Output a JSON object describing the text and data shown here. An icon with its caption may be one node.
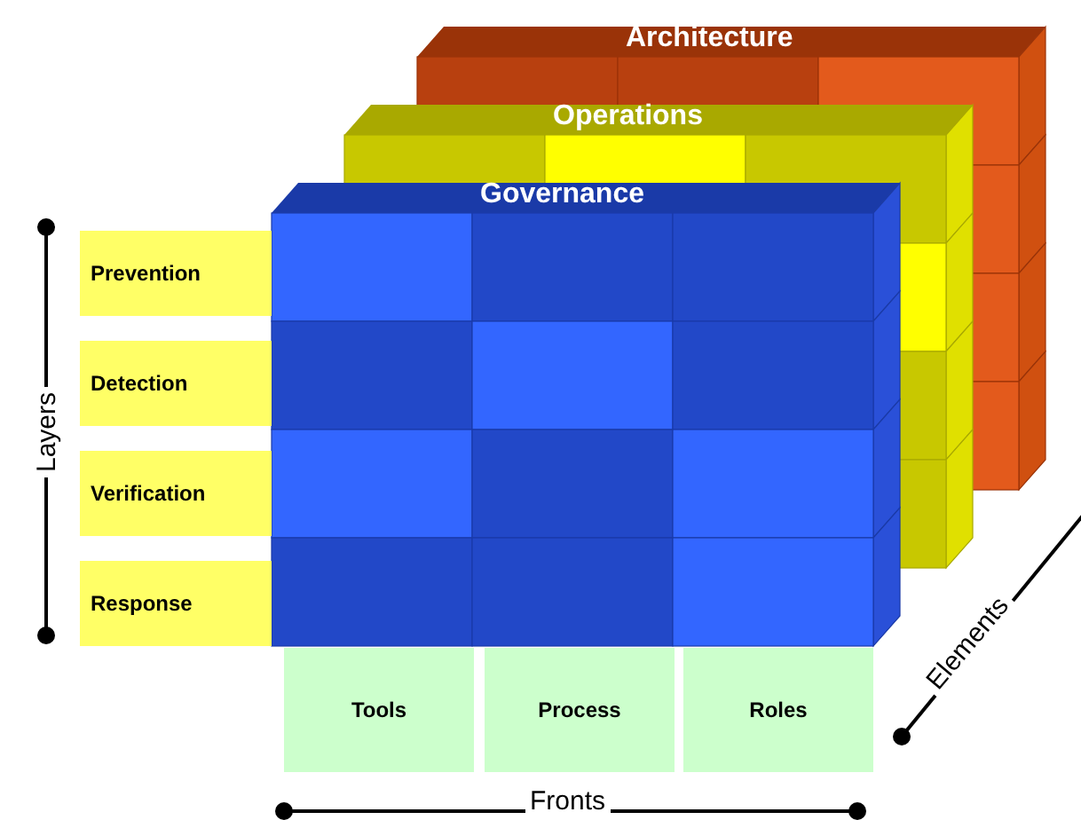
{
  "diagram": {
    "nodes": [
      {
        "text": [
          "Architecture"
        ]
      },
      {
        "text": [
          "Operations"
        ]
      },
      {
        "text": [
          "Governance"
        ]
      },
      {
        "text": [
          "Prevention"
        ]
      },
      {
        "text": [
          "Detection"
        ]
      },
      {
        "text": [
          "Verification"
        ]
      },
      {
        "text": [
          "Response"
        ]
      },
      {
        "text": [
          "Tools"
        ]
      },
      {
        "text": [
          "Process"
        ]
      },
      {
        "text": [
          "Roles"
        ]
      }
    ],
    "labels": [
      "Layers",
      "Fronts",
      "Elements"
    ]
  }
}
